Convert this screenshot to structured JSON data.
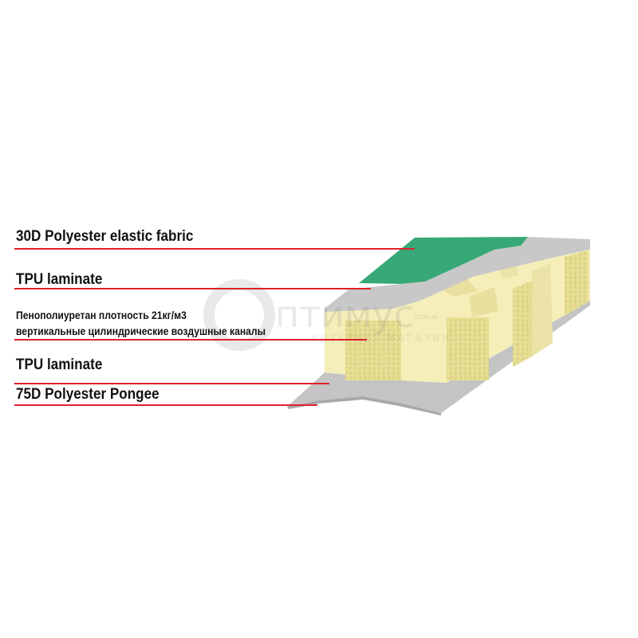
{
  "diagram": {
    "title": "Material layers cross-section",
    "layers": [
      {
        "label": "30D Polyester elastic fabric"
      },
      {
        "label": "TPU laminate"
      },
      {
        "label_line1": "Пенополиуретан плотность 21кг/м3",
        "label_line2": "вертикальные цилиндрические воздушные каналы"
      },
      {
        "label": "TPU laminate"
      },
      {
        "label": "75D Polyester Pongee"
      }
    ],
    "colors": {
      "fabric": "#37a877",
      "tpu": "#c8c8c8",
      "foam": "#f5eeb8",
      "foam_texture": "#e4da8e",
      "pointer": "#e0202a"
    }
  },
  "watermark": {
    "brand": "Оптимус",
    "domain": "COM.UA",
    "tagline": "ИНТЕРНЕТ-МАГАЗИН"
  }
}
